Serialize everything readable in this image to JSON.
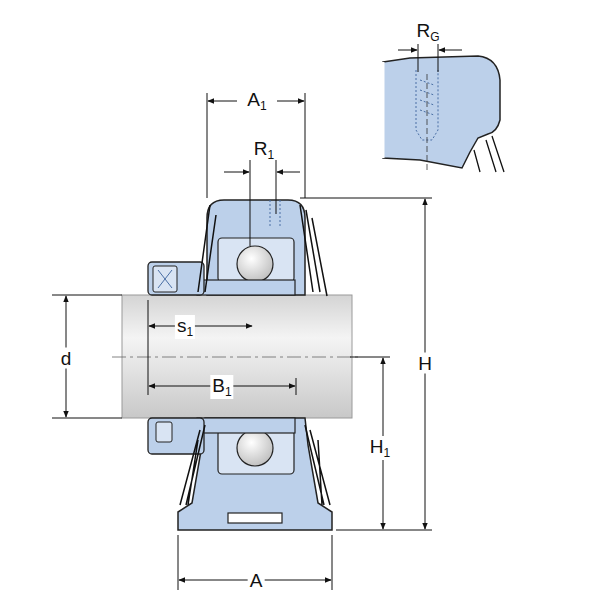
{
  "diagram": {
    "labels": [
      "RG",
      "A1",
      "R1",
      "s1",
      "d",
      "B1",
      "H",
      "H1",
      "A"
    ]
  }
}
